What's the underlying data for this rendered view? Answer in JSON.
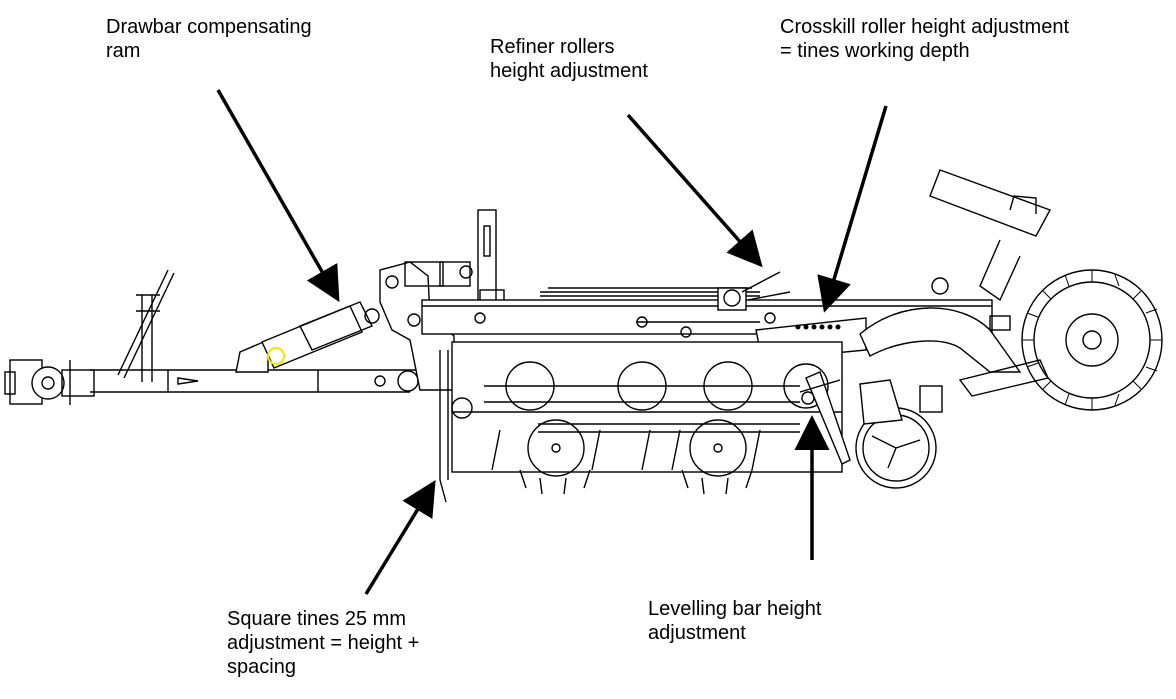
{
  "labels": {
    "drawbar_ram": "Drawbar compensating\nram",
    "refiner_rollers": "Refiner rollers\nheight adjustment",
    "crosskill_roller": "Crosskill roller height adjustment\n= tines working depth",
    "square_tines": "Square tines 25 mm\nadjustment = height +\nspacing",
    "levelling_bar": "Levelling bar height\nadjustment"
  },
  "colors": {
    "line": "#000000",
    "accent": "#f5e400"
  }
}
